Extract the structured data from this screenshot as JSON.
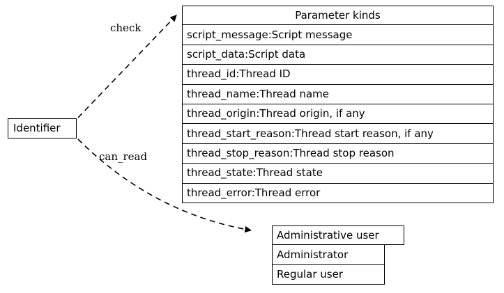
{
  "diagram": {
    "type": "record-graph",
    "background": "#ffffff",
    "line_color": "#000000",
    "nodes": [
      {
        "id": "identifier",
        "label": "Identifier",
        "shape": "box"
      },
      {
        "id": "parameter_kinds",
        "title": "Parameter kinds",
        "shape": "record",
        "fields": [
          "script_message:Script message",
          "script_data:Script data",
          "thread_id:Thread ID",
          "thread_name:Thread name",
          "thread_origin:Thread origin, if any",
          "thread_start_reason:Thread start reason, if any",
          "thread_stop_reason:Thread stop reason",
          "thread_state:Thread state",
          "thread_error:Thread error"
        ]
      },
      {
        "id": "administrative_user",
        "title": "Administrative user",
        "shape": "record",
        "fields": [
          "Administrator",
          "Regular user"
        ]
      }
    ],
    "edges": [
      {
        "id": "check",
        "label": "check",
        "from": "identifier",
        "to": "parameter_kinds",
        "style": "dashed",
        "arrowhead": "normal"
      },
      {
        "id": "can_read",
        "label": "can_read",
        "from": "identifier",
        "to": "administrative_user",
        "style": "dashed",
        "arrowhead": "normal"
      }
    ]
  }
}
